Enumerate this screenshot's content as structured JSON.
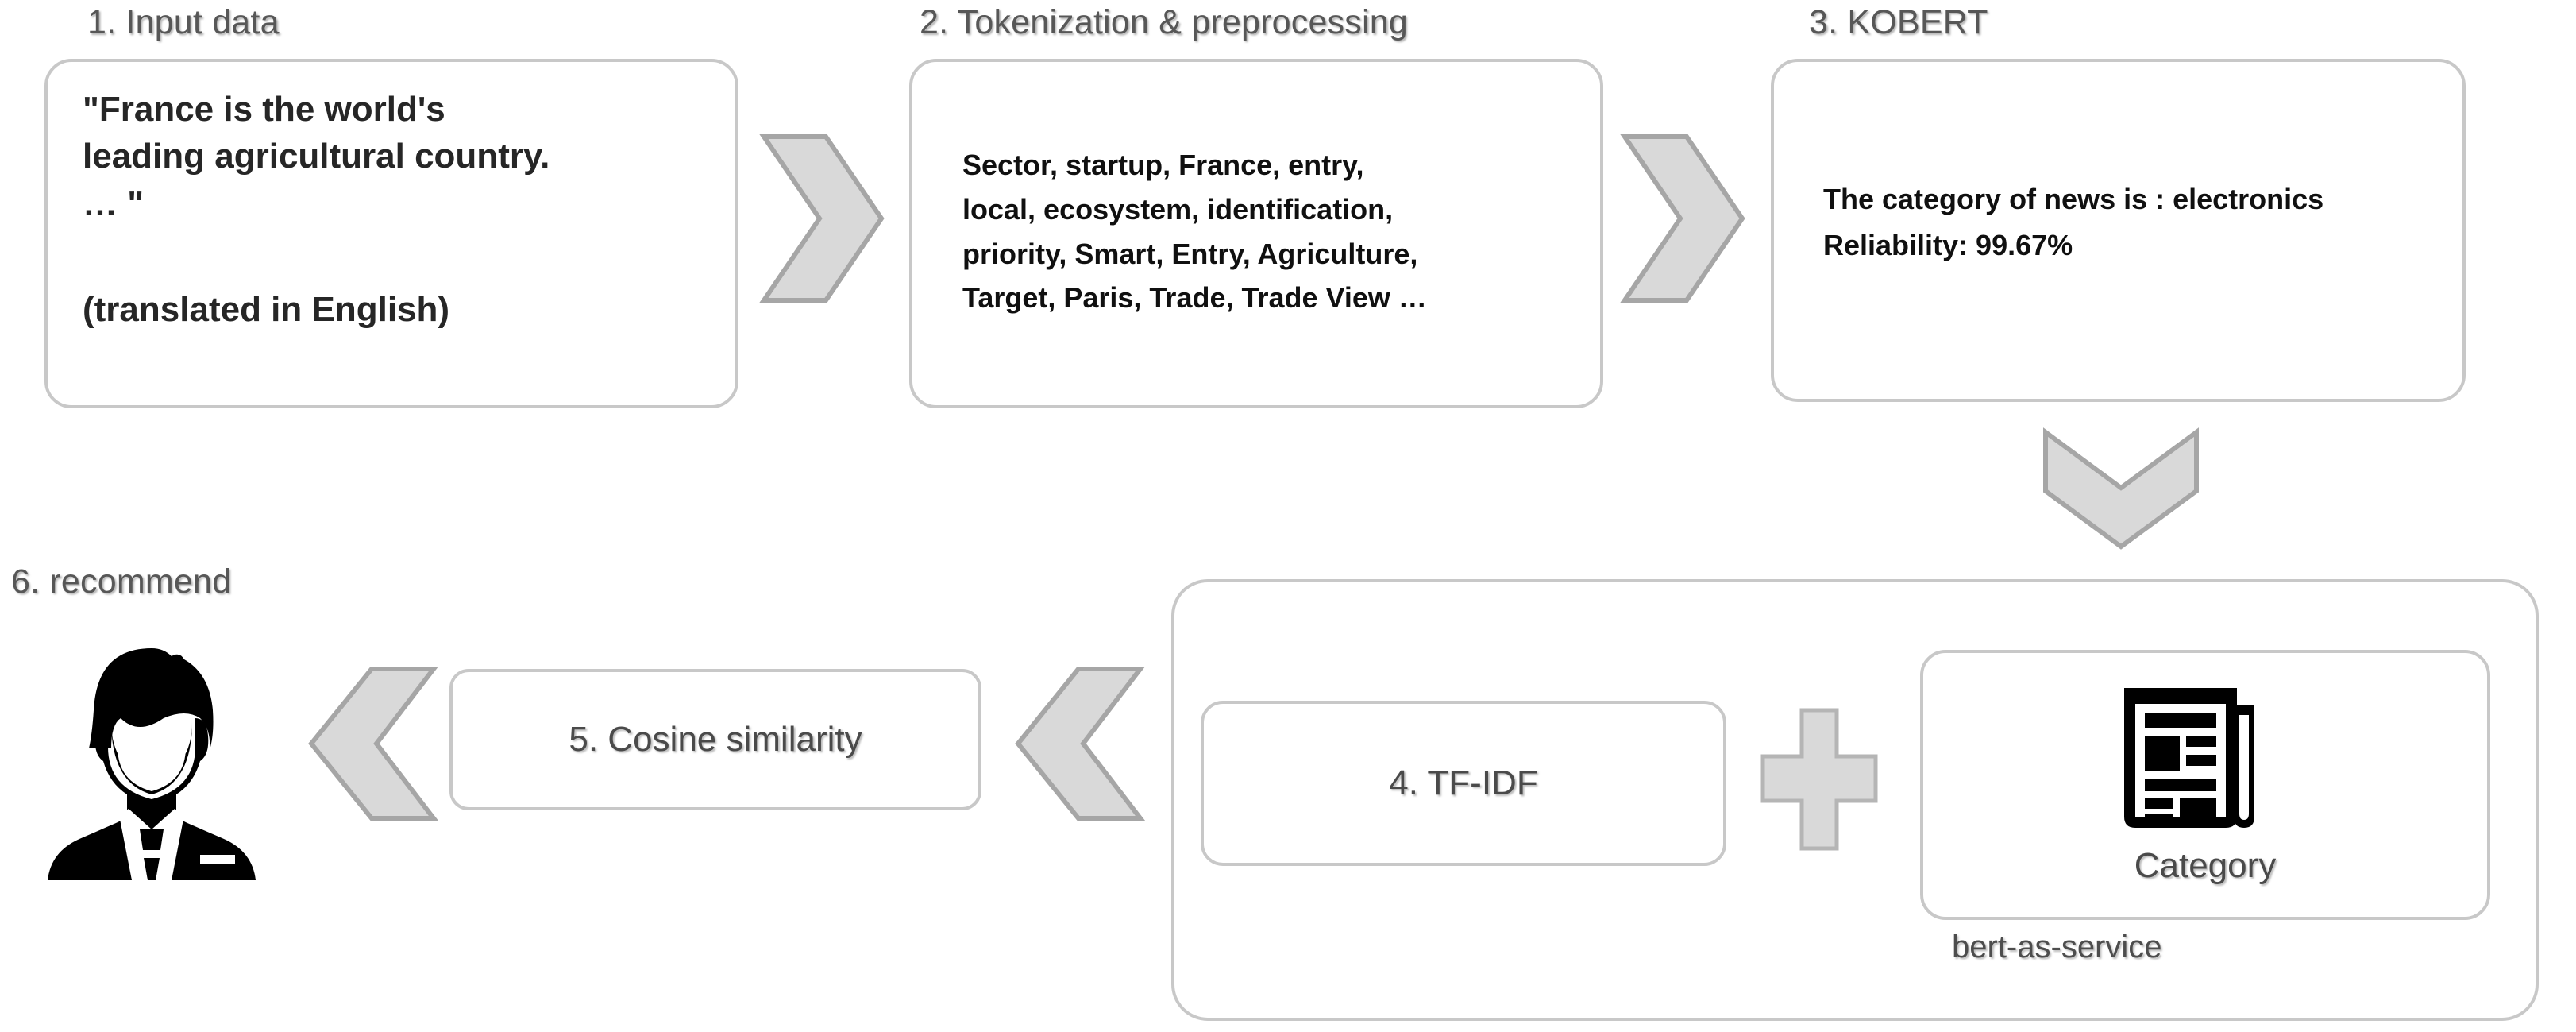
{
  "diagram": {
    "title": "KOBERT news category recommendation pipeline",
    "accent_gray": "#c8c8c8",
    "chevron_fill": "#d9d9d9",
    "chevron_stroke": "#a6a6a6",
    "text_color": "#4d4d4d"
  },
  "steps": {
    "step1": {
      "title": "1. Input data",
      "quote": "\"France is the world's\nleading agricultural country.\n… \"",
      "note": "(translated in English)"
    },
    "step2": {
      "title": "2. Tokenization & preprocessing",
      "tokens": "Sector, startup, France, entry,\nlocal, ecosystem, identification,\npriority, Smart, Entry, Agriculture,\nTarget, Paris, Trade, Trade View …"
    },
    "step3": {
      "title": "3. KOBERT",
      "result": "The category of news is : electronics\nReliability: 99.67%"
    },
    "step4": {
      "label": "4. TF-IDF"
    },
    "step5": {
      "label": "5. Cosine similarity"
    },
    "step6": {
      "title": "6. recommend"
    }
  },
  "bert_group": {
    "category_label": "Category",
    "service_label": "bert-as-service",
    "plus_symbol": "+"
  },
  "icons": {
    "newspaper": "newspaper-icon",
    "person": "person-in-suit-icon",
    "chevron_right": "chevron-right-arrow",
    "chevron_left": "chevron-left-arrow",
    "chevron_down": "chevron-down-arrow",
    "plus": "plus-icon"
  }
}
